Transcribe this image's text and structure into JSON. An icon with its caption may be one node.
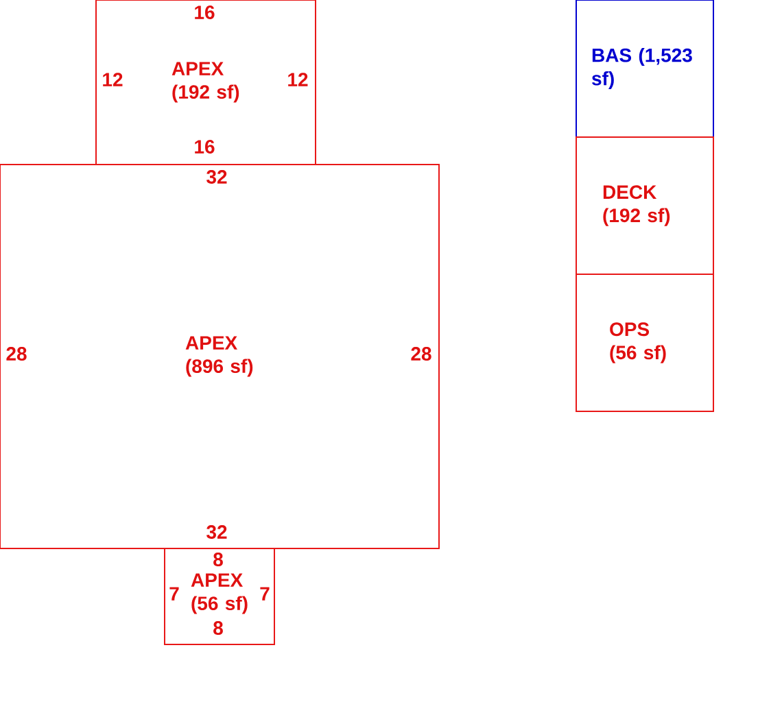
{
  "diagram": {
    "nodes": [
      {
        "text": [
          "APEX (192 sf)"
        ]
      },
      {
        "text": [
          "APEX (896 sf)"
        ]
      },
      {
        "text": [
          "APEX (56 sf)"
        ]
      },
      {
        "text": [
          "BAS (1,523 sf)"
        ]
      },
      {
        "text": [
          "DECK (192 sf)"
        ]
      },
      {
        "text": [
          "OPS (56 sf)"
        ]
      }
    ],
    "labels": [
      "16",
      "12",
      "12",
      "16",
      "32",
      "28",
      "28",
      "32",
      "8",
      "7",
      "7",
      "8"
    ]
  }
}
